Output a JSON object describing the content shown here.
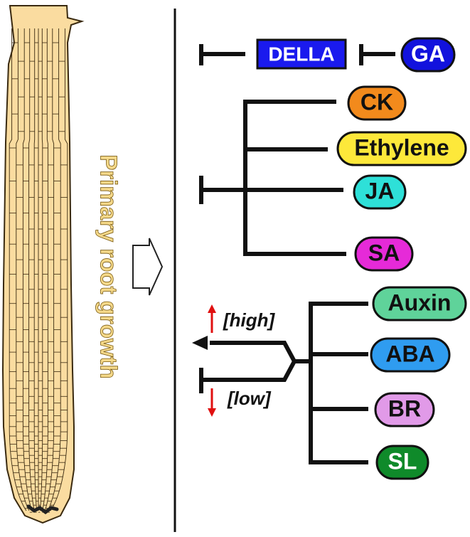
{
  "side_label": "Primary root growth",
  "della": {
    "label": "DELLA",
    "color": "#1a1aee"
  },
  "ga": {
    "label": "GA",
    "color": "#1212dd"
  },
  "group1": [
    {
      "label": "CK",
      "color": "#f28a1c"
    },
    {
      "label": "Ethylene",
      "color": "#fde83a"
    },
    {
      "label": "JA",
      "color": "#2ee0d8"
    },
    {
      "label": "SA",
      "color": "#e62ad8"
    }
  ],
  "group2": [
    {
      "label": "Auxin",
      "color": "#5fd39a"
    },
    {
      "label": "ABA",
      "color": "#2f9cf0"
    },
    {
      "label": "BR",
      "color": "#e19ae8"
    },
    {
      "label": "SL",
      "color": "#0f8a2a"
    }
  ],
  "concentration": {
    "high": "[high]",
    "low": "[low]"
  },
  "colors": {
    "root_fill": "#fadca0",
    "root_line": "#3a2a10",
    "side_label": "#f5d98a",
    "indicator_arrow": "#e01010"
  }
}
